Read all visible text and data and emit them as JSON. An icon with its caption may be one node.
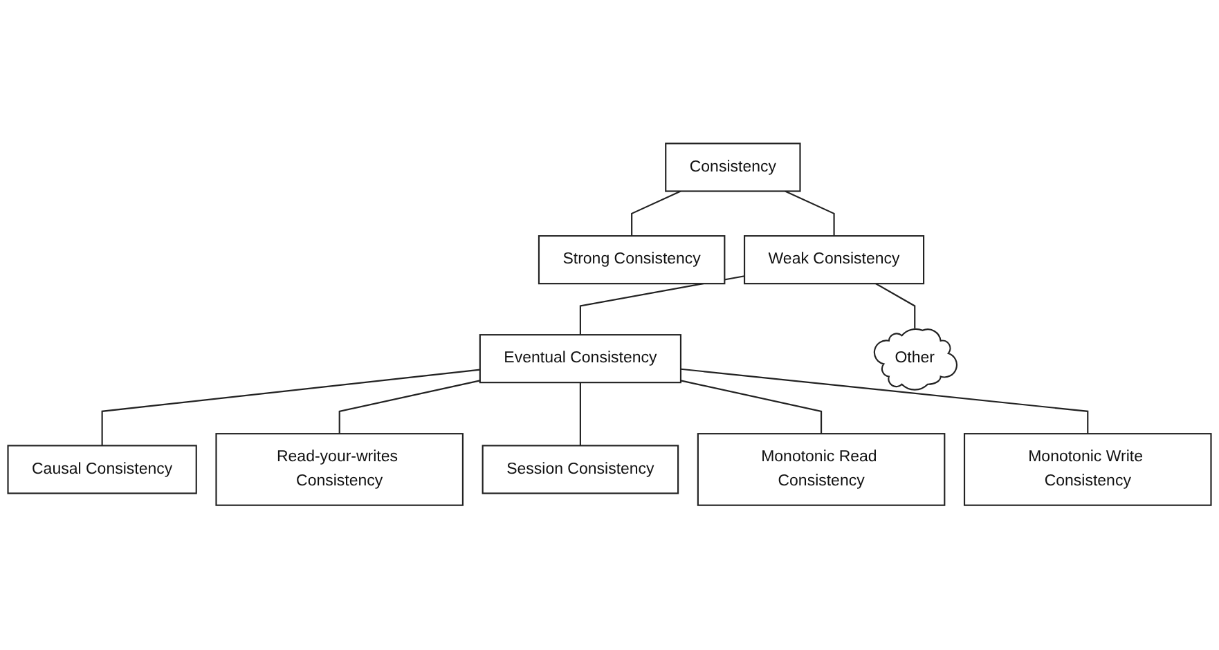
{
  "diagram": {
    "nodes": [
      {
        "text": [
          "Consistency"
        ]
      },
      {
        "text": [
          "Strong Consistency"
        ]
      },
      {
        "text": [
          "Weak Consistency"
        ]
      },
      {
        "text": [
          "Eventual Consistency"
        ]
      },
      {
        "text": [
          "Other"
        ]
      },
      {
        "text": [
          "Causal Consistency"
        ]
      },
      {
        "text": [
          "Read-your-writes Consistency"
        ]
      },
      {
        "text": [
          "Session Consistency"
        ]
      },
      {
        "text": [
          "Monotonic Read Consistency"
        ]
      },
      {
        "text": [
          "Monotonic Write Consistency"
        ]
      }
    ],
    "edges": [
      {
        "from": 0,
        "to": 1,
        "arrow": "none"
      },
      {
        "from": 0,
        "to": 2,
        "arrow": "none"
      },
      {
        "from": 2,
        "to": 3,
        "arrow": "none"
      },
      {
        "from": 2,
        "to": 4,
        "arrow": "none"
      },
      {
        "from": 3,
        "to": 5,
        "arrow": "none"
      },
      {
        "from": 3,
        "to": 6,
        "arrow": "none"
      },
      {
        "from": 3,
        "to": 7,
        "arrow": "none"
      },
      {
        "from": 3,
        "to": 8,
        "arrow": "none"
      },
      {
        "from": 3,
        "to": 9,
        "arrow": "none"
      }
    ]
  }
}
